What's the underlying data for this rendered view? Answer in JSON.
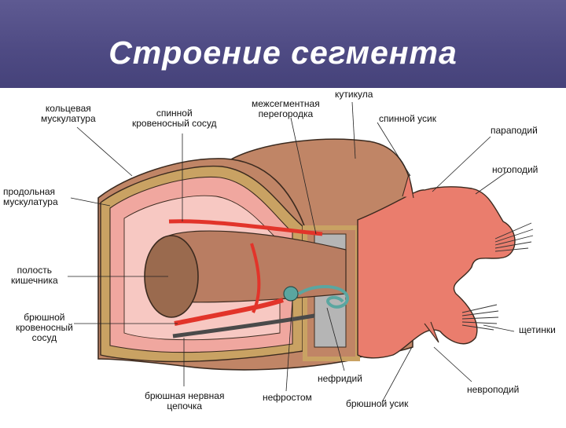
{
  "title": "Строение сегмента",
  "labels": {
    "circular_muscles": "кольцевая\nмускулатура",
    "dorsal_vessel": "спинной\nкровеносный сосуд",
    "septum": "межсегментная\nперегородка",
    "cuticle": "кутикула",
    "dorsal_cirrus": "спинной усик",
    "parapodium": "параподий",
    "notopodium": "нотоподий",
    "longitudinal_muscles": "продольная\nмускулатура",
    "body_cavity": "полость\nкишечника",
    "ventral_vessel": "брюшной\nкровеносный\nсосуд",
    "chaetae": "щетинки",
    "nephridium": "нефридий",
    "neuropodium": "невроподий",
    "nerve_cord": "брюшная нервная\nцепочка",
    "nephrostome": "нефростом",
    "ventral_cirrus": "брюшной усик"
  },
  "colors": {
    "title_bar": "#544f88",
    "body_wall": "#c08566",
    "inner_muscle": "#f0a79f",
    "cavity": "#f7c8c2",
    "gut": "#b97d62",
    "parapodium": "#ea7d6d",
    "vessel": "#e2342a",
    "nerve": "#4a4a4a",
    "nephridium": "#5aa6a0"
  }
}
